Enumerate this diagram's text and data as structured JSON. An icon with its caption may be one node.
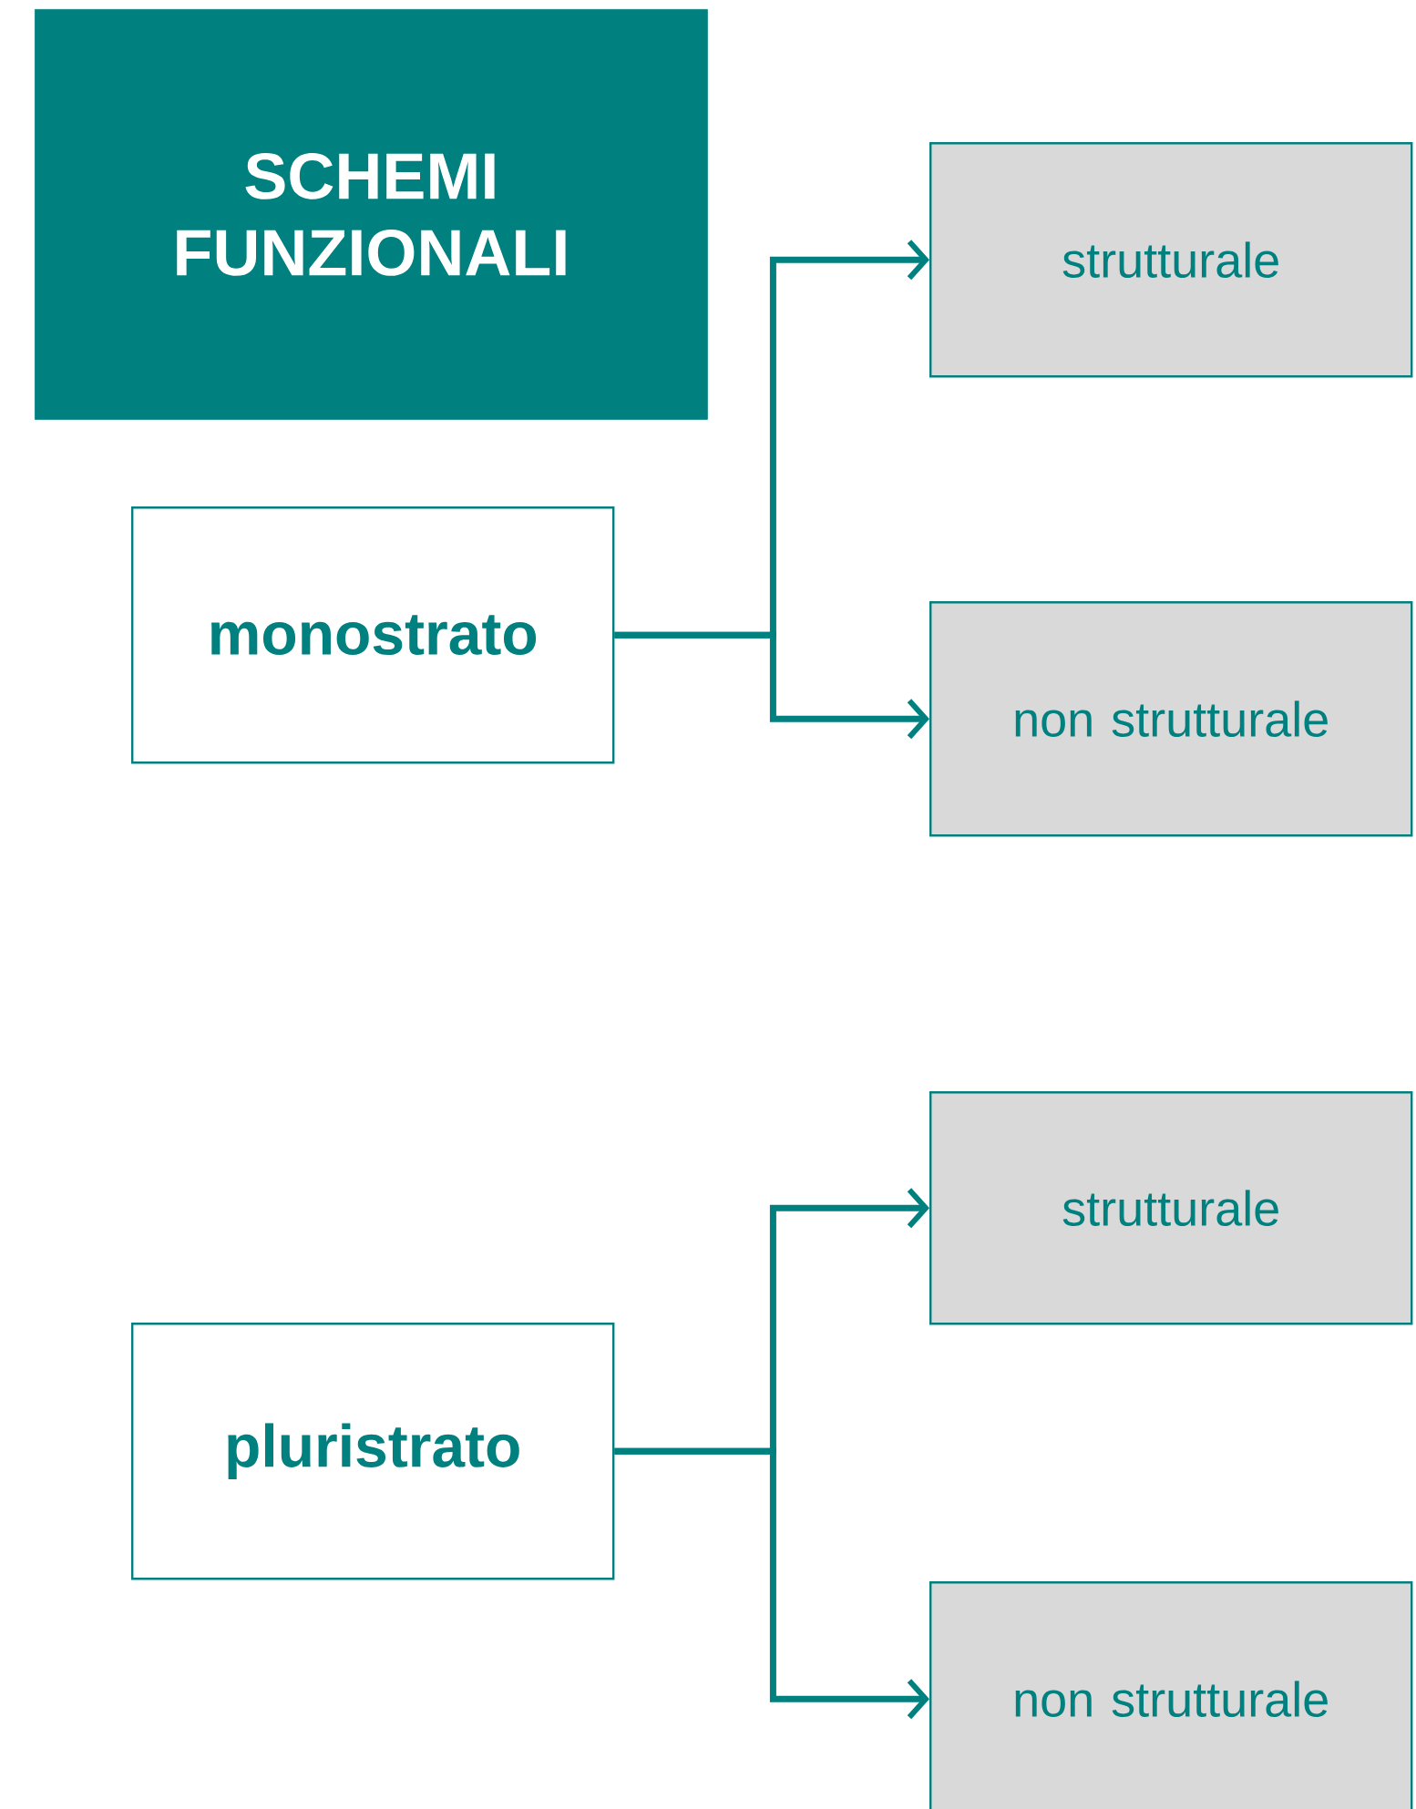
{
  "diagram": {
    "nodes": [
      {
        "text": [
          "SCHEMI FUNZIONALI"
        ]
      },
      {
        "text": [
          "monostrato"
        ]
      },
      {
        "text": [
          "strutturale"
        ]
      },
      {
        "text": [
          "non strutturale"
        ]
      },
      {
        "text": [
          "pluristrato"
        ]
      },
      {
        "text": [
          "strutturale"
        ]
      },
      {
        "text": [
          "non strutturale"
        ]
      }
    ],
    "edges": [
      {
        "from": 1,
        "to": 2,
        "arrow": "to"
      },
      {
        "from": 1,
        "to": 3,
        "arrow": "to"
      },
      {
        "from": 4,
        "to": 5,
        "arrow": "to"
      },
      {
        "from": 4,
        "to": 6,
        "arrow": "to"
      }
    ]
  }
}
